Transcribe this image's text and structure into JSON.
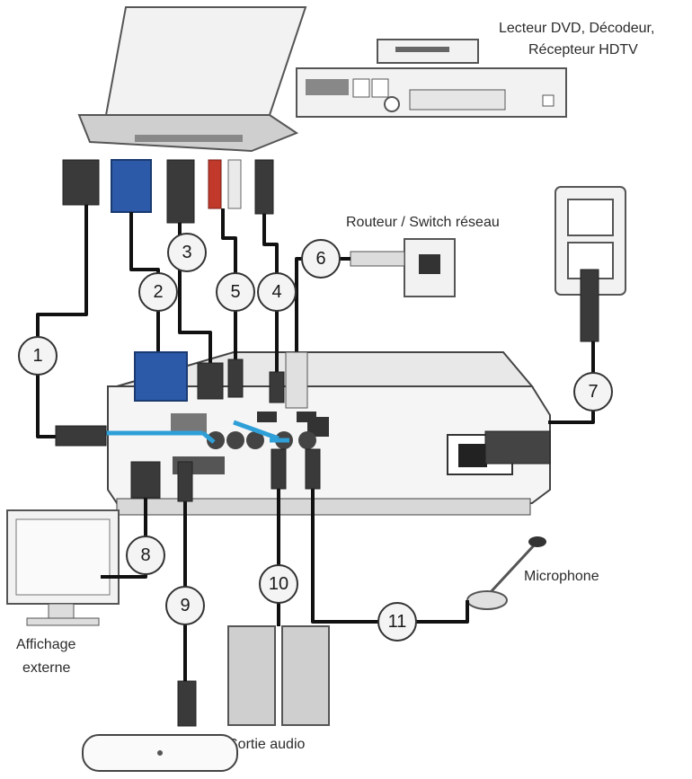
{
  "labels": {
    "dvd": [
      "Lecteur DVD, Décodeur,",
      "Récepteur HDTV"
    ],
    "router": "Routeur / Switch réseau",
    "microphone": "Microphone",
    "external_display": [
      "Affichage",
      "externe"
    ],
    "audio_out": "Sortie audio"
  },
  "callouts": [
    "1",
    "2",
    "3",
    "4",
    "5",
    "6",
    "7",
    "8",
    "9",
    "10",
    "11"
  ],
  "colors": {
    "cable": "#111111",
    "link": "#2f9fd8",
    "device": "#f2f2f2"
  }
}
